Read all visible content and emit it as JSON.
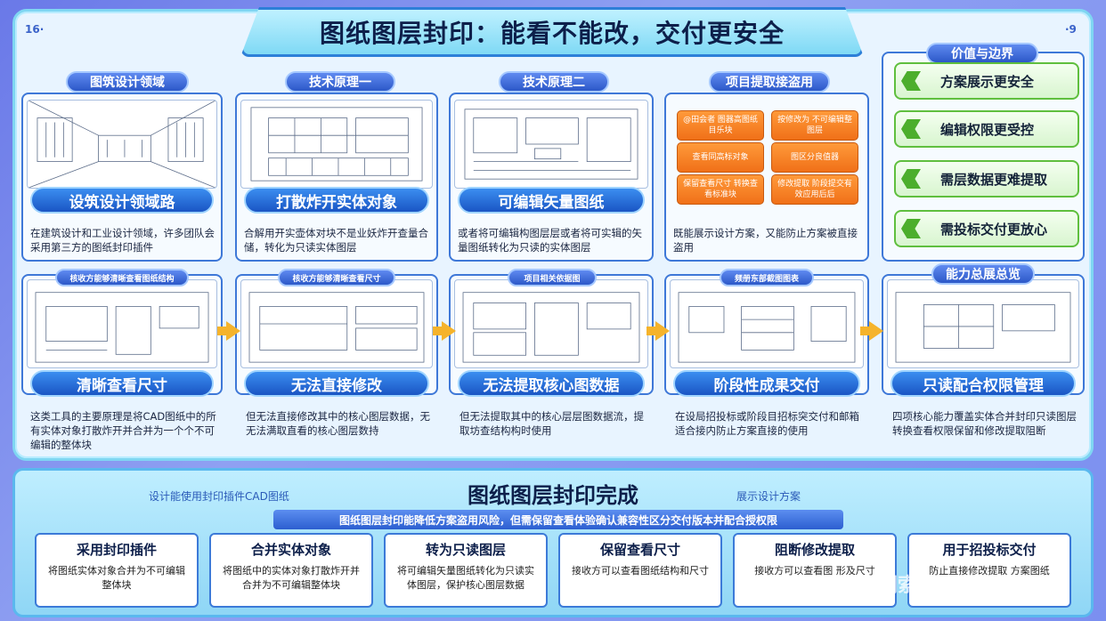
{
  "corner": {
    "left": "16·",
    "right": "·9"
  },
  "title": "图纸图层封印：能看不能改，交付更安全",
  "columns": [
    {
      "tag": "图筑设计领域",
      "ribbon": "设筑设计领域路",
      "desc": "在建筑设计和工业设计领域，许多团队会采用第三方的图纸封印插件"
    },
    {
      "tag": "技术原理一",
      "ribbon": "打散炸开实体对象",
      "desc": "合解用开实壶体对块不是业妖炸开查量合储，转化为只读实体图层"
    },
    {
      "tag": "技术原理二",
      "ribbon": "可编辑矢量图纸",
      "desc": "或者将可编辑构图层层或者将可实辑的矢量图纸转化为只读的实体图层"
    },
    {
      "tag": "项目提取接盗用",
      "ribbon": "",
      "desc": "既能展示设计方案，又能防止方案被直接盗用"
    }
  ],
  "orange_buttons": [
    "@田会者 图器高图纸目乐块",
    "按修改为 不可编辑整图层",
    "查看同高标对象",
    "图区分良值器",
    "保留查看尺寸 转换查看标准块",
    "修改提取 阶段提交有效应用后后"
  ],
  "value_tag": "价值与边界",
  "values": [
    "方案展示更安全",
    "编辑权限更受控",
    "需层数据更难提取",
    "需投标交付更放心"
  ],
  "row2": [
    {
      "tag": "核收方能够清晰查看图纸结构",
      "ribbon": "清晰查看尺寸",
      "desc": "这类工具的主要原理是将CAD图纸中的所有实体对象打散炸开并合并为一个个不可编辑的整体块"
    },
    {
      "tag": "核收方能够清晰查看尺寸",
      "ribbon": "无法直接修改",
      "desc": "但无法直接修改其中的核心图层数据，无无法满取直看的核心图层数持"
    },
    {
      "tag": "项目相关依据图",
      "ribbon": "无法提取核心图数据",
      "desc": "但无法提取其中的核心层层图数据流，提取坊查结构构时使用"
    },
    {
      "tag": "频册东部截图图表",
      "ribbon": "阶段性成果交付",
      "desc": "在设局招投标或阶段目招标突交付和邮箱适合接内防止方案直接的使用"
    },
    {
      "tag": "能力总展总览",
      "ribbon": "只读配合权限管理",
      "desc": "四项核心能力覆盖实体合并封印只读图层转换查看权限保留和修改提取阻断"
    }
  ],
  "bottom": {
    "title": "图纸图层封印完成",
    "left_note": "设计能使用封印插件CAD图纸",
    "right_note": "展示设计方案",
    "summary": "图纸图层封印能降低方案盗用风险，但需保留查看体验确认兼容性区分交付版本并配合授权限",
    "steps": [
      {
        "h": "采用封印插件",
        "d": "将图纸实体对象合并为不可编辑整体块"
      },
      {
        "h": "合并实体对象",
        "d": "将图纸中的实体对象打散炸开并合并为不可编辑整体块"
      },
      {
        "h": "转为只读图层",
        "d": "将可编辑矢量图纸转化为只读实体图层，保护核心图层数据"
      },
      {
        "h": "保留查看尺寸",
        "d": "接收方可以查看图纸结构和尺寸"
      },
      {
        "h": "阻断修改提取",
        "d": "接收方可以查看图 形及尺寸"
      },
      {
        "h": "用于招投标交付",
        "d": "防止直接修改提取 方案图纸"
      }
    ]
  },
  "watermark": "石家庄润索软件",
  "colors": {
    "accent": "#2c58c8",
    "arrow": "#f5b32b",
    "green": "#5fbf3e",
    "orange": "#f07018"
  }
}
